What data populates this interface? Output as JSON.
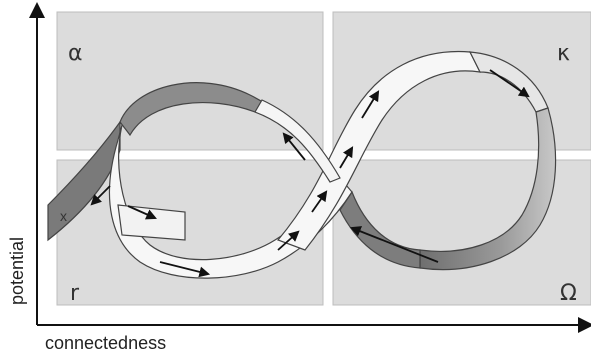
{
  "diagram": {
    "axes": {
      "x_label": "connectedness",
      "y_label": "potential"
    },
    "quadrant_labels": {
      "top_left": "α",
      "top_right": "κ",
      "bottom_left": "r",
      "bottom_right": "Ω"
    },
    "loop_exit_label": "x",
    "colors": {
      "panel_fill": "#dcdcdc",
      "panel_edge": "#bdbdbd",
      "ribbon_light": "#f7f7f7",
      "ribbon_dark": "#8a8a8a",
      "ribbon_outline": "#444444",
      "axis": "#111111",
      "arrows": "#111111"
    }
  }
}
